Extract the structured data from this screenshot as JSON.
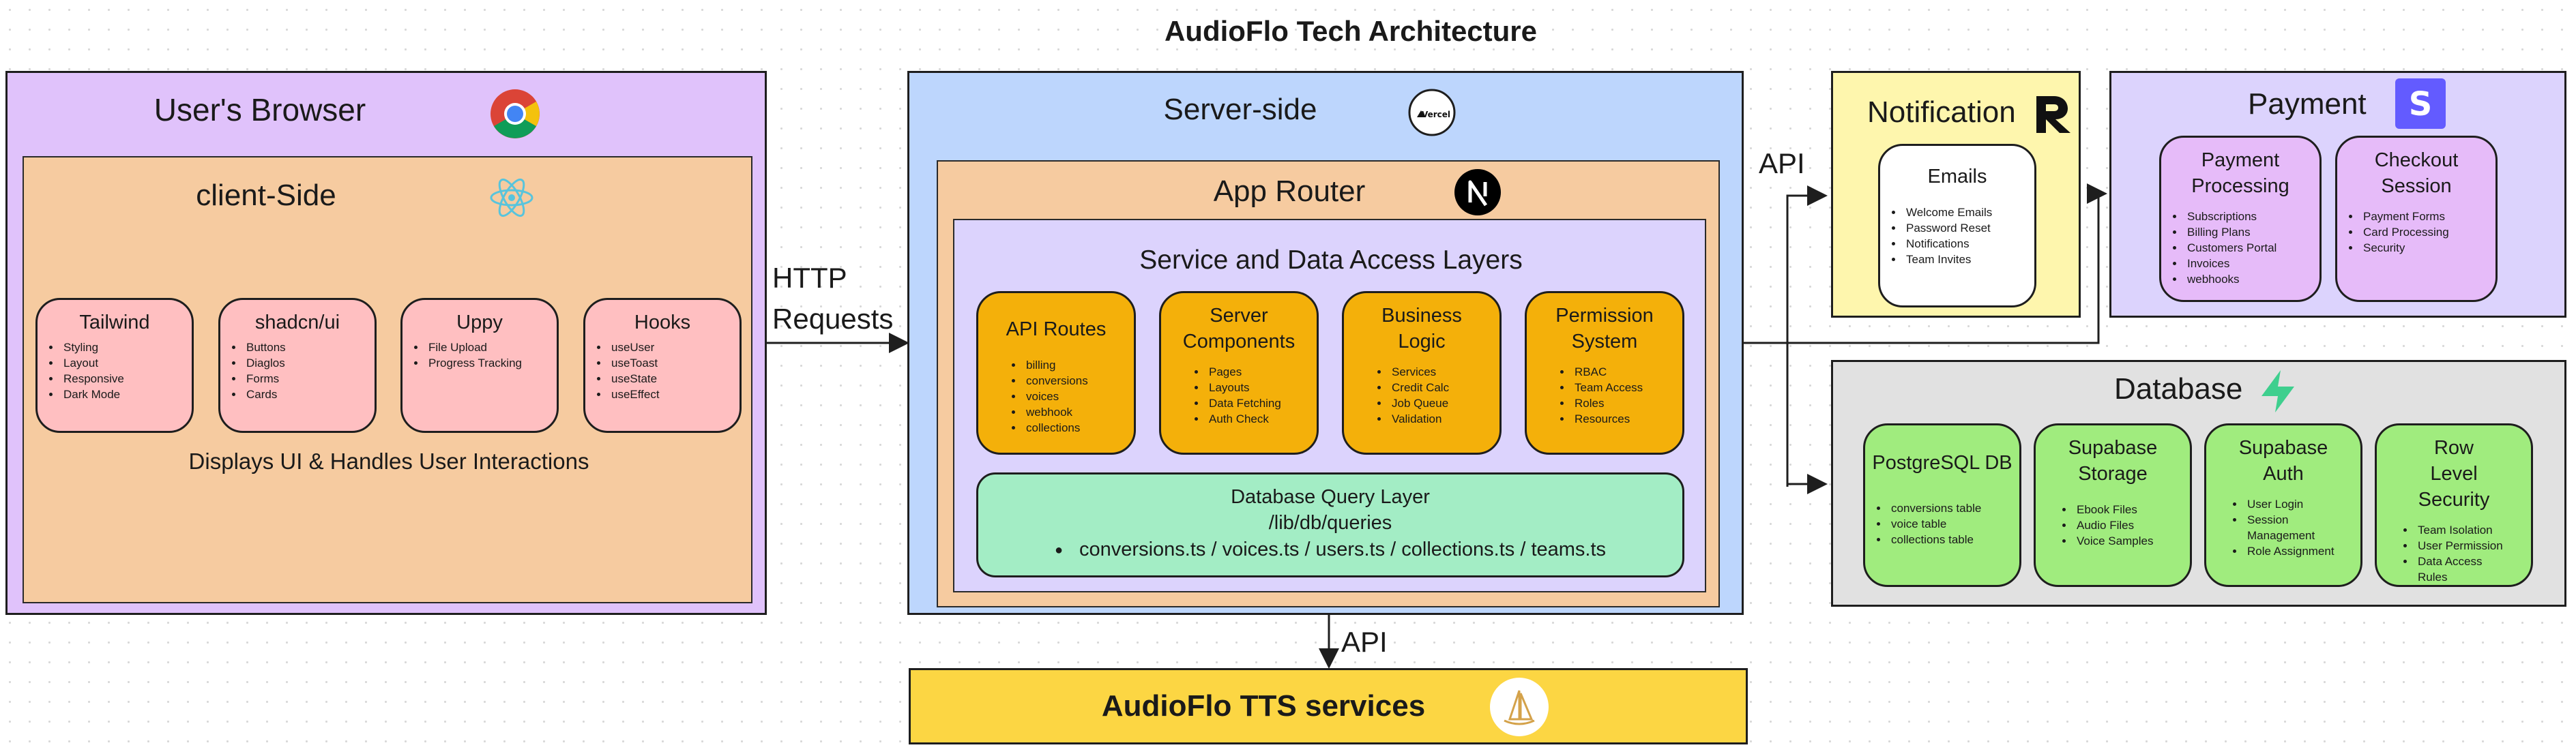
{
  "title": "AudioFlo Tech Architecture",
  "browser": {
    "label": "User's Browser",
    "client": {
      "label": "client-Side",
      "cards": [
        {
          "name": "Tailwind",
          "items": [
            "Styling",
            "Layout",
            "Responsive",
            "Dark Mode"
          ]
        },
        {
          "name": "shadcn/ui",
          "items": [
            "Buttons",
            "Diaglos",
            "Forms",
            "Cards"
          ]
        },
        {
          "name": "Uppy",
          "items": [
            "File Upload",
            "Progress Tracking"
          ]
        },
        {
          "name": "Hooks",
          "items": [
            "useUser",
            "useToast",
            "useState",
            "useEffect"
          ]
        }
      ],
      "caption": "Displays UI & Handles User Interactions"
    }
  },
  "http_label_1": "HTTP",
  "http_label_2": "Requests",
  "server": {
    "label": "Server-side",
    "vercel_text": "Vercel",
    "router": {
      "label": "App Router",
      "layers": {
        "label": "Service and Data Access Layers",
        "cards": [
          {
            "name": "API Routes",
            "items": [
              "billing",
              "conversions",
              "voices",
              "webhook",
              "collections"
            ]
          },
          {
            "name": "Server Components",
            "items": [
              "Pages",
              "Layouts",
              "Data Fetching",
              "Auth Check"
            ]
          },
          {
            "name": "Business Logic",
            "items": [
              "Services",
              "Credit Calc",
              "Job Queue",
              "Validation"
            ]
          },
          {
            "name": "Permission System",
            "items": [
              "RBAC",
              "Team Access",
              "Roles",
              "Resources"
            ]
          }
        ],
        "query": {
          "title": "Database Query Layer",
          "path": "/lib/db/queries",
          "files": "conversions.ts / voices.ts / users.ts / collections.ts / teams.ts"
        }
      }
    }
  },
  "api_label_right": "API",
  "api_label_bottom": "API",
  "notification": {
    "label": "Notification",
    "emails": {
      "name": "Emails",
      "items": [
        "Welcome Emails",
        "Password Reset",
        "Notifications",
        "Team Invites"
      ]
    }
  },
  "payment": {
    "label": "Payment",
    "cards": [
      {
        "name": "Payment Processing",
        "items": [
          "Subscriptions",
          "Billing Plans",
          "Customers Portal",
          "Invoices",
          "webhooks"
        ]
      },
      {
        "name": "Checkout Session",
        "items": [
          "Payment Forms",
          "Card Processing",
          "Security"
        ]
      }
    ]
  },
  "database": {
    "label": "Database",
    "cards": [
      {
        "name": "PostgreSQL DB",
        "items": [
          "conversions table",
          "voice table",
          "collections table"
        ]
      },
      {
        "name": "Supabase Storage",
        "items": [
          "Ebook Files",
          "Audio Files",
          "Voice Samples"
        ]
      },
      {
        "name": "Supabase Auth",
        "items": [
          "User Login",
          "Session Management",
          "Role Assignment"
        ]
      },
      {
        "name": "Row Level Security",
        "items": [
          "Team Isolation",
          "User Permission",
          "Data Access Rules"
        ]
      }
    ]
  },
  "tts": {
    "label": "AudioFlo TTS services"
  },
  "colors": {
    "browser": "#e0c2fb",
    "client": "#f6cba0",
    "client_card": "#ffbfc1",
    "server": "#bdd6fd",
    "router": "#f6cba0",
    "layers": "#dcd3fd",
    "service_card": "#f4b00a",
    "query": "#a3edc5",
    "notification": "#fef6ad",
    "payment": "#dcd3fd",
    "payment_card": "#e6bbf9",
    "database": "#e1e1e1",
    "db_card": "#a0ec7e",
    "tts": "#fcd643"
  }
}
